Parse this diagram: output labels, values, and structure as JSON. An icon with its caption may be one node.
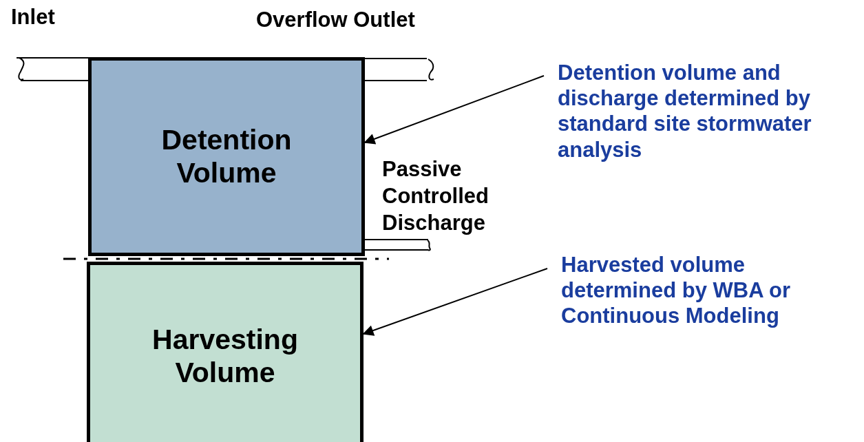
{
  "diagram": {
    "nodes": [
      {
        "text": [
          "Detention Volume"
        ]
      },
      {
        "text": [
          "Harvesting Volume"
        ]
      },
      {
        "text": [
          "Detention volume and discharge determined by standard site stormwater analysis"
        ]
      },
      {
        "text": [
          "Harvested volume determined by WBA or Continuous Modeling"
        ]
      }
    ],
    "edges": [
      {
        "from": 2,
        "to": 0,
        "arrow": "to"
      },
      {
        "from": 3,
        "to": 1,
        "arrow": "to"
      }
    ],
    "labels": [
      "Inlet",
      "Overflow Outlet",
      "Passive Controlled Discharge"
    ]
  }
}
